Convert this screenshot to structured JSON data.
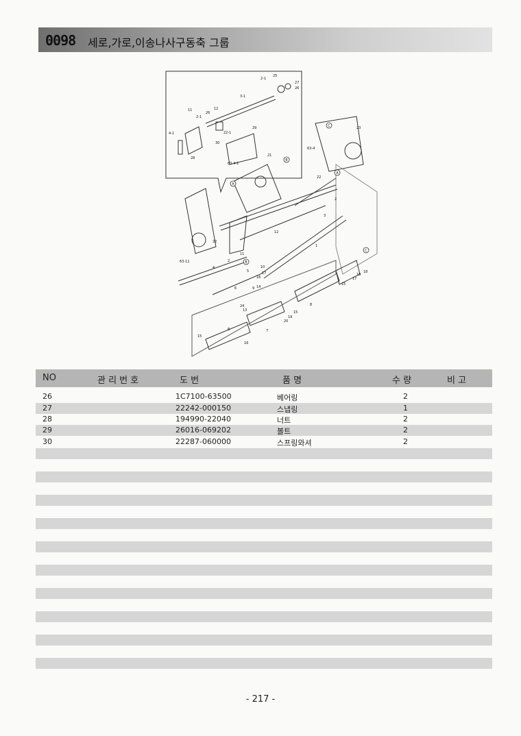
{
  "header": {
    "code": "0098",
    "title": "세로,가로,이송나사구동축 그룹"
  },
  "columns": {
    "no": "NO",
    "mgmt": "관 리 번 호",
    "drawing": "도 번",
    "name": "품 명",
    "qty": "수 량",
    "note": "비 고"
  },
  "parts": [
    {
      "no": "26",
      "mgmt": "",
      "drawing": "1C7100-63500",
      "name": "베어링",
      "qty": "2",
      "note": ""
    },
    {
      "no": "27",
      "mgmt": "",
      "drawing": "22242-000150",
      "name": "스냅링",
      "qty": "1",
      "note": ""
    },
    {
      "no": "28",
      "mgmt": "",
      "drawing": "194990-22040",
      "name": "너트",
      "qty": "2",
      "note": ""
    },
    {
      "no": "29",
      "mgmt": "",
      "drawing": "26016-069202",
      "name": "볼트",
      "qty": "2",
      "note": ""
    },
    {
      "no": "30",
      "mgmt": "",
      "drawing": "22287-060000",
      "name": "스프링와셔",
      "qty": "2",
      "note": ""
    }
  ],
  "diagram_labels": [
    "2-1",
    "25",
    "27",
    "26",
    "3-1",
    "11",
    "26",
    "12",
    "2-1",
    "29",
    "22-1",
    "30",
    "4-1",
    "28",
    "63-4-1",
    "63-4",
    "21",
    "23",
    "22",
    "2",
    "3",
    "12",
    "1",
    "22",
    "11",
    "2",
    "4",
    "63-11",
    "9",
    "16",
    "17",
    "10",
    "5",
    "6",
    "9",
    "14",
    "24",
    "13",
    "19",
    "8",
    "15",
    "7",
    "20",
    "16",
    "15",
    "8",
    "17",
    "10",
    "18",
    "15"
  ],
  "diagram_markers": [
    "A",
    "B",
    "C",
    "A",
    "B",
    "C"
  ],
  "page_number": "- 217 -"
}
